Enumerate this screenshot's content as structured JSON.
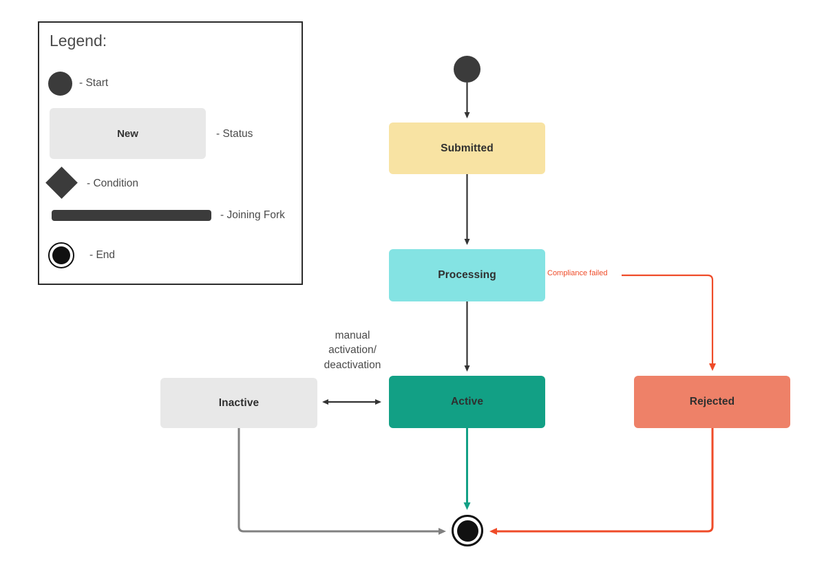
{
  "legend": {
    "title": "Legend:",
    "items": [
      {
        "shape": "start-dot",
        "label": "- Start"
      },
      {
        "shape": "status-box",
        "box_text": "New",
        "label": "- Status"
      },
      {
        "shape": "diamond",
        "label": "- Condition"
      },
      {
        "shape": "fork-bar",
        "label": "- Joining Fork"
      },
      {
        "shape": "end-circle",
        "label": "- End"
      }
    ],
    "border_color": "#2b2b2b"
  },
  "diagram": {
    "type": "state-machine",
    "nodes": [
      {
        "id": "start",
        "label": "",
        "kind": "start",
        "color": "#3b3b3b"
      },
      {
        "id": "submitted",
        "label": "Submitted",
        "kind": "state",
        "color": "#f8e3a3"
      },
      {
        "id": "processing",
        "label": "Processing",
        "kind": "state",
        "color": "#84e3e3"
      },
      {
        "id": "active",
        "label": "Active",
        "kind": "state",
        "color": "#12a085"
      },
      {
        "id": "inactive",
        "label": "Inactive",
        "kind": "state",
        "color": "#e8e8e8"
      },
      {
        "id": "rejected",
        "label": "Rejected",
        "kind": "state",
        "color": "#ee8168"
      },
      {
        "id": "end",
        "label": "",
        "kind": "end",
        "color": "#111111"
      }
    ],
    "edges": [
      {
        "from": "start",
        "to": "submitted",
        "label": "",
        "color": "#333333",
        "arrow": "single"
      },
      {
        "from": "submitted",
        "to": "processing",
        "label": "",
        "color": "#333333",
        "arrow": "single"
      },
      {
        "from": "processing",
        "to": "active",
        "label": "",
        "color": "#333333",
        "arrow": "single"
      },
      {
        "from": "processing",
        "to": "rejected",
        "label": "Compliance failed",
        "color": "#ef4b28",
        "arrow": "single"
      },
      {
        "from": "inactive",
        "to": "active",
        "label": "manual activation/ deactivation",
        "color": "#333333",
        "arrow": "double"
      },
      {
        "from": "active",
        "to": "end",
        "label": "",
        "color": "#12a085",
        "arrow": "single"
      },
      {
        "from": "inactive",
        "to": "end",
        "label": "",
        "color": "#808080",
        "arrow": "single"
      },
      {
        "from": "rejected",
        "to": "end",
        "label": "",
        "color": "#ef4b28",
        "arrow": "single"
      }
    ]
  },
  "labels": {
    "manual_line1": "manual",
    "manual_line2": "activation/",
    "manual_line3": "deactivation",
    "compliance_failed": "Compliance failed"
  },
  "colors": {
    "submitted": "#f8e3a3",
    "processing": "#84e3e3",
    "active": "#12a085",
    "inactive": "#e8e8e8",
    "rejected": "#ee8168",
    "dark": "#3b3b3b",
    "red": "#ef4b28",
    "gray_edge": "#808080",
    "green_edge": "#12a085",
    "black_edge": "#333333",
    "text": "#2f2f2f"
  }
}
